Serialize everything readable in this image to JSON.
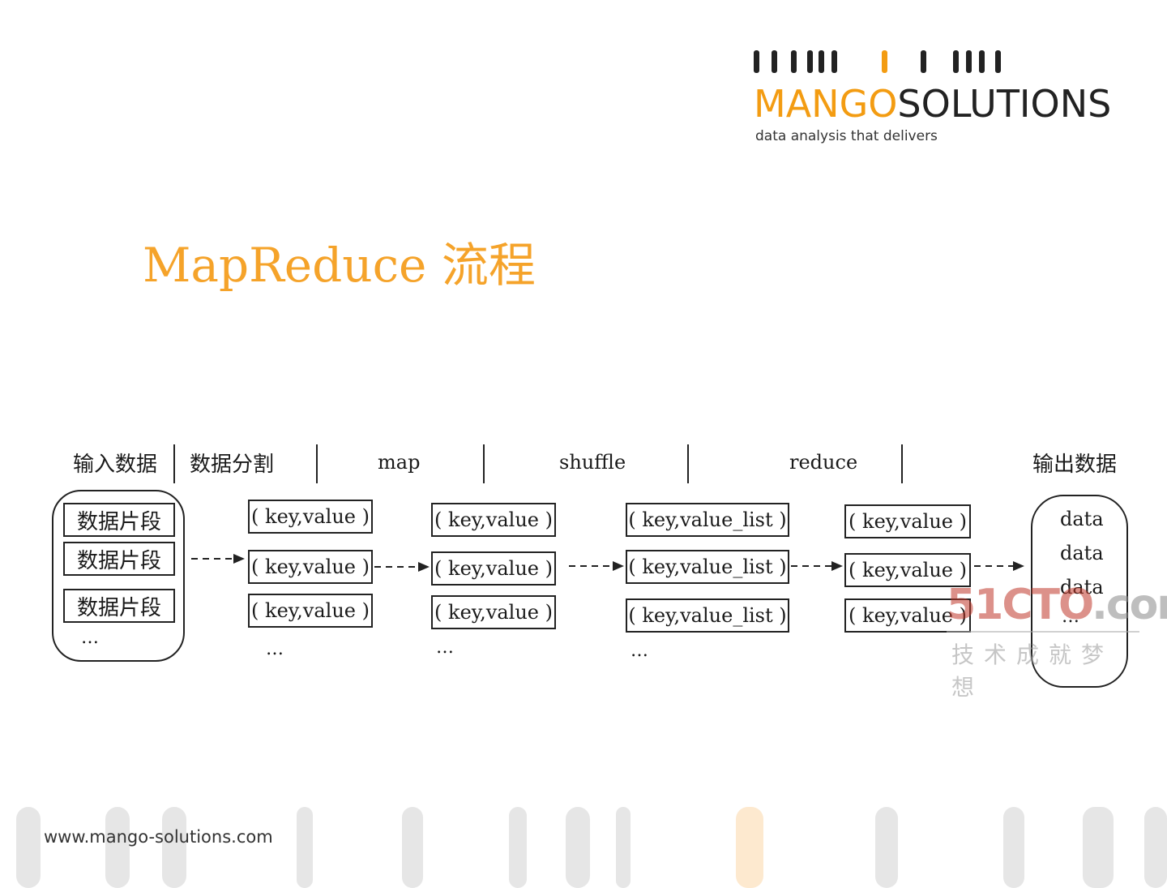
{
  "logo": {
    "word_accent": "MANGO",
    "word_rest": "SOLUTIONS",
    "tagline": "data analysis that delivers",
    "accent_color": "#f39c12"
  },
  "title": "MapReduce 流程",
  "title_color": "#f5a32a",
  "diagram": {
    "headers": {
      "input": "输入数据",
      "split": "数据分割",
      "map": "map",
      "shuffle": "shuffle",
      "reduce": "reduce",
      "output": "输出数据"
    },
    "input_items": [
      "数据片段",
      "数据片段",
      "数据片段"
    ],
    "input_more": "…",
    "split_items": [
      "( key,value )",
      "( key,value )",
      "( key,value )"
    ],
    "split_more": "…",
    "map_items": [
      "( key,value )",
      "( key,value )",
      "( key,value )"
    ],
    "map_more": "…",
    "shuffle_items": [
      "( key,value_list )",
      "( key,value_list )",
      "( key,value_list )"
    ],
    "shuffle_more": "…",
    "reduce_items": [
      "( key,value )",
      "( key,value )",
      "( key,value )"
    ],
    "output_items": [
      "data",
      "data",
      "data"
    ],
    "output_more": "…"
  },
  "watermark": {
    "brand_red": "51CTO",
    "brand_gray": ".com",
    "slogan": "技术成就梦想"
  },
  "footer": {
    "url": "www.mango-solutions.com"
  }
}
